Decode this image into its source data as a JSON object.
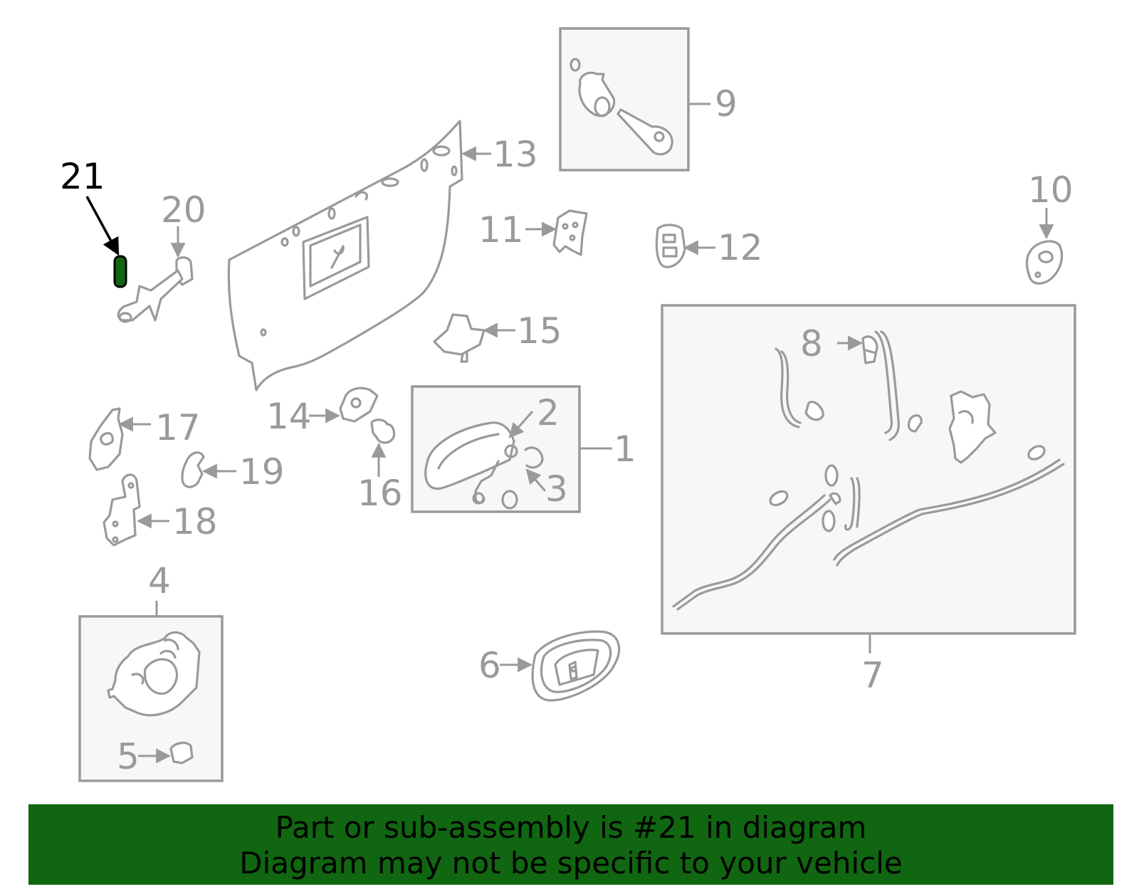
{
  "diagram": {
    "highlight_color": "#116611",
    "highlighted_callout": "21",
    "callouts": {
      "c1": "1",
      "c2": "2",
      "c3": "3",
      "c4": "4",
      "c5": "5",
      "c6": "6",
      "c7": "7",
      "c8": "8",
      "c9": "9",
      "c10": "10",
      "c11": "11",
      "c12": "12",
      "c13": "13",
      "c14": "14",
      "c15": "15",
      "c16": "16",
      "c17": "17",
      "c18": "18",
      "c19": "19",
      "c20": "20",
      "c21": "21"
    }
  },
  "banner": {
    "line1": "Part or sub-assembly is #21 in diagram",
    "line2": "Diagram may not be specific to your vehicle",
    "background": "#116611"
  }
}
